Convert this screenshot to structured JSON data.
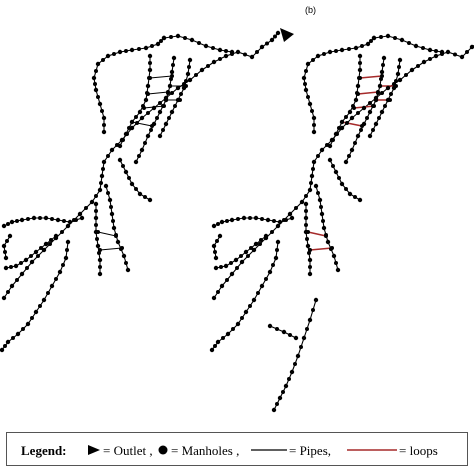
{
  "panel_label": "(b)",
  "legend": {
    "title": "Legend:",
    "outlet": "= Outlet ,",
    "manholes": "= Manholes ,",
    "pipes": "= Pipes,",
    "loops": "= loops"
  },
  "colors": {
    "pipe": "#000000",
    "manhole": "#000000",
    "loop": "#a52a2a",
    "outlet": "#000000"
  }
}
